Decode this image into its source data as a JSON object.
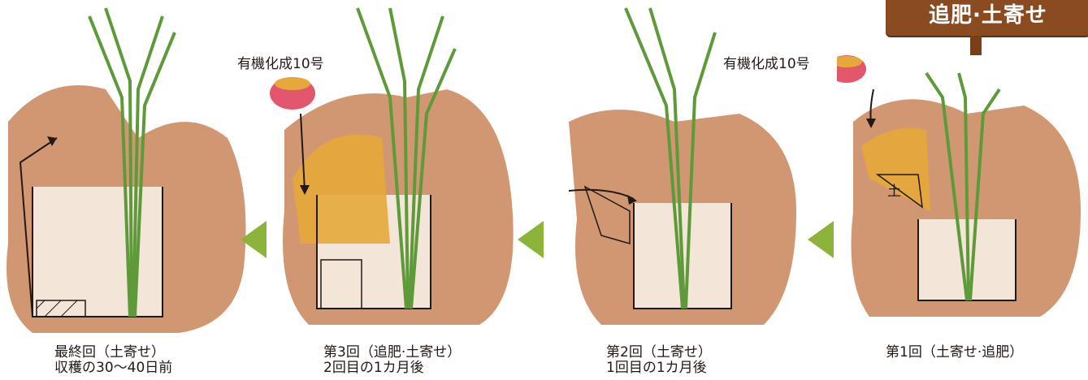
{
  "title_sign": {
    "text": "追肥·土寄せ",
    "color": "#8a4b20"
  },
  "colors": {
    "soil": "#c9855a",
    "fertilizer": "#e6a83a",
    "leaf": "#a9c98a",
    "arrow": "#8db43a"
  },
  "fertilizer_label": "有機化成10号",
  "soil_label": "土",
  "panels": [
    {
      "caption_line1": "最終回（土寄せ）",
      "caption_line2": "収穫の30～40日前"
    },
    {
      "caption_line1": "第3回（追肥·土寄せ）",
      "caption_line2": "2回目の1カ月後"
    },
    {
      "caption_line1": "第2回（土寄せ）",
      "caption_line2": "1回目の1カ月後"
    },
    {
      "caption_line1": "第1回（土寄せ·追肥）",
      "caption_line2": ""
    }
  ]
}
